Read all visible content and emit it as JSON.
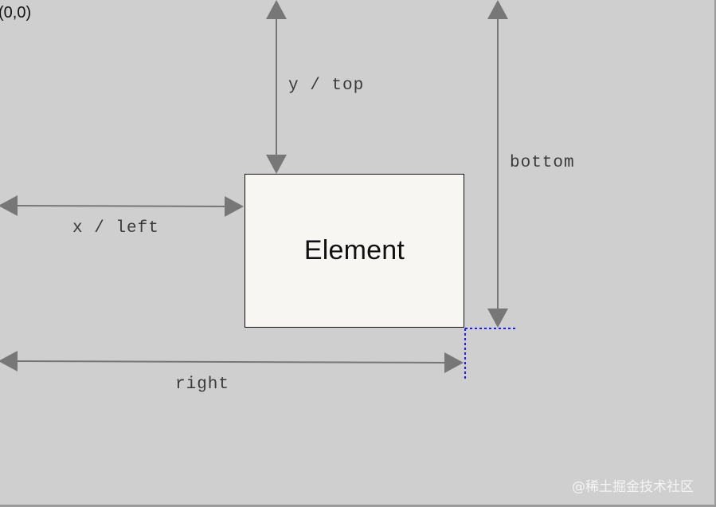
{
  "origin_label": "(0,0)",
  "element_label": "Element",
  "labels": {
    "y_top": "y / top",
    "bottom": "bottom",
    "x_left": "x / left",
    "right": "right"
  },
  "watermark": "@稀土掘金技术社区",
  "colors": {
    "background": "#cfcfcf",
    "element_fill": "#f8f6f3",
    "arrow": "#777777",
    "dotted_guide": "#1a1aff"
  }
}
